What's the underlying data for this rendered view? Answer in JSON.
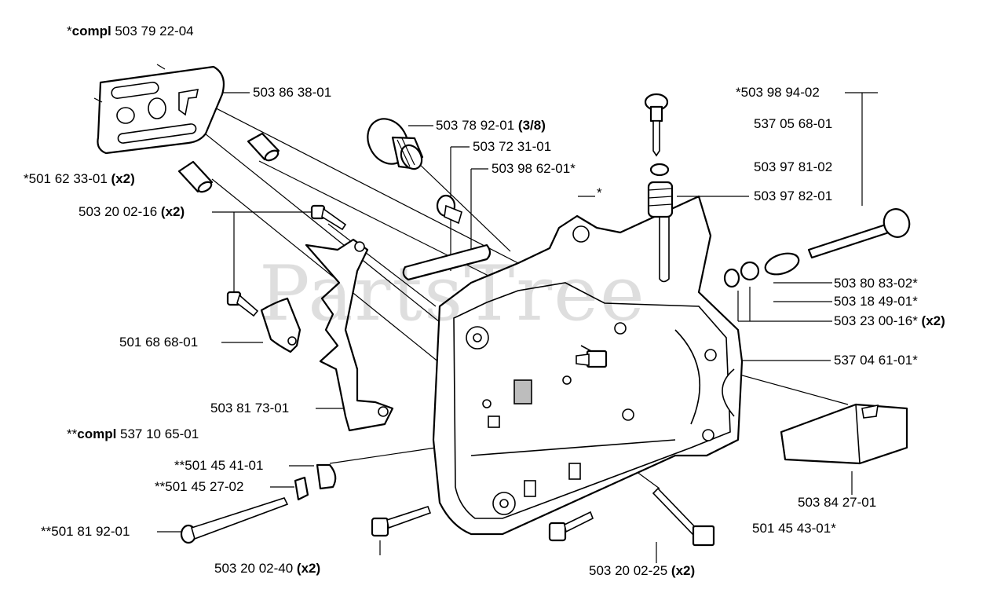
{
  "watermark": "PartsTree",
  "labels": {
    "compl_main": {
      "prefix": "*",
      "bold": "compl",
      "number": " 503 79 22-04",
      "suffix": ""
    },
    "l_503863801": {
      "prefix": "",
      "bold": "",
      "number": "503 86 38-01",
      "suffix": ""
    },
    "l_503789201": {
      "prefix": "",
      "bold": "",
      "number": "503 78 92-01 ",
      "suffix": "(3/8)"
    },
    "l_503723101": {
      "prefix": "",
      "bold": "",
      "number": "503 72 31-01",
      "suffix": ""
    },
    "l_503986201": {
      "prefix": "",
      "bold": "",
      "number": "503 98 62-01*",
      "suffix": ""
    },
    "l_star": {
      "prefix": "",
      "bold": "",
      "number": "*",
      "suffix": ""
    },
    "l_501623301": {
      "prefix": "*",
      "bold": "",
      "number": "501 62 33-01 ",
      "suffix": "(x2)"
    },
    "l_503200216": {
      "prefix": "",
      "bold": "",
      "number": "503 20 02-16 ",
      "suffix": "(x2)"
    },
    "l_501686801": {
      "prefix": "",
      "bold": "",
      "number": "501 68 68-01",
      "suffix": ""
    },
    "l_503817301": {
      "prefix": "",
      "bold": "",
      "number": "503 81 73-01",
      "suffix": ""
    },
    "compl_sub": {
      "prefix": "**",
      "bold": "compl",
      "number": " 537 10 65-01",
      "suffix": ""
    },
    "l_501454101": {
      "prefix": "**",
      "bold": "",
      "number": "501 45 41-01",
      "suffix": ""
    },
    "l_501452702": {
      "prefix": "**",
      "bold": "",
      "number": "501 45 27-02",
      "suffix": ""
    },
    "l_501819201": {
      "prefix": "**",
      "bold": "",
      "number": "501 81 92-01",
      "suffix": ""
    },
    "l_503200240": {
      "prefix": "",
      "bold": "",
      "number": "503 20 02-40 ",
      "suffix": "(x2)"
    },
    "l_503200225": {
      "prefix": "",
      "bold": "",
      "number": "503 20 02-25 ",
      "suffix": "(x2)"
    },
    "l_501454301": {
      "prefix": "",
      "bold": "",
      "number": "501 45 43-01*",
      "suffix": ""
    },
    "l_503842701": {
      "prefix": "",
      "bold": "",
      "number": "503 84 27-01",
      "suffix": ""
    },
    "l_537046101": {
      "prefix": "",
      "bold": "",
      "number": "537 04 61-01*",
      "suffix": ""
    },
    "l_503230016": {
      "prefix": "",
      "bold": "",
      "number": "503 23 00-16* ",
      "suffix": "(x2)"
    },
    "l_503184901": {
      "prefix": "",
      "bold": "",
      "number": "503 18 49-01*",
      "suffix": ""
    },
    "l_503808302": {
      "prefix": "",
      "bold": "",
      "number": "503 80 83-02*",
      "suffix": ""
    },
    "l_503978201": {
      "prefix": "",
      "bold": "",
      "number": "503 97 82-01",
      "suffix": ""
    },
    "l_503978102": {
      "prefix": "",
      "bold": "",
      "number": "503 97 81-02",
      "suffix": ""
    },
    "l_537056801": {
      "prefix": "",
      "bold": "",
      "number": "537 05 68-01",
      "suffix": ""
    },
    "l_503989402": {
      "prefix": "*",
      "bold": "",
      "number": "503 98 94-02",
      "suffix": ""
    }
  }
}
